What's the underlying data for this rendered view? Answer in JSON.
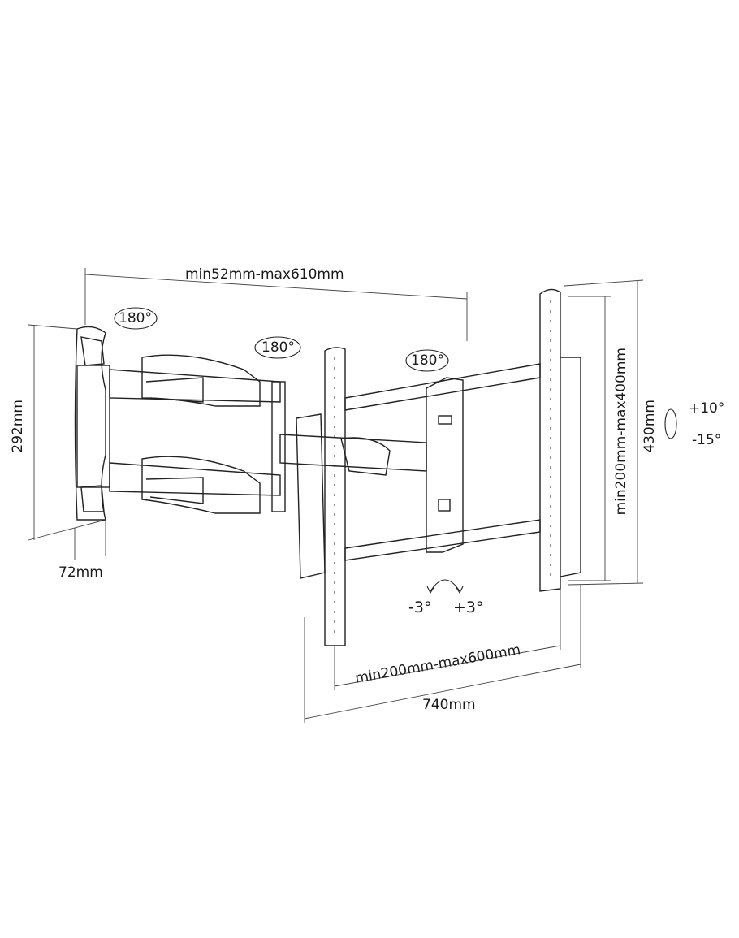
{
  "dimensions": {
    "arm_extension": "min52mm-max610mm",
    "wall_plate_height": "292mm",
    "wall_plate_depth": "72mm",
    "vesa_vertical": "min200mm-max400mm",
    "bracket_height": "430mm",
    "vesa_horizontal": "min200mm-max600mm",
    "bracket_width": "740mm"
  },
  "rotations": {
    "swivel_1": "180°",
    "swivel_2": "180°",
    "swivel_3": "180°",
    "tilt_up": "+10°",
    "tilt_down": "-15°",
    "rotate_left": "-3°",
    "rotate_right": "+3°"
  },
  "colors": {
    "line": "#222222",
    "background": "#ffffff"
  }
}
